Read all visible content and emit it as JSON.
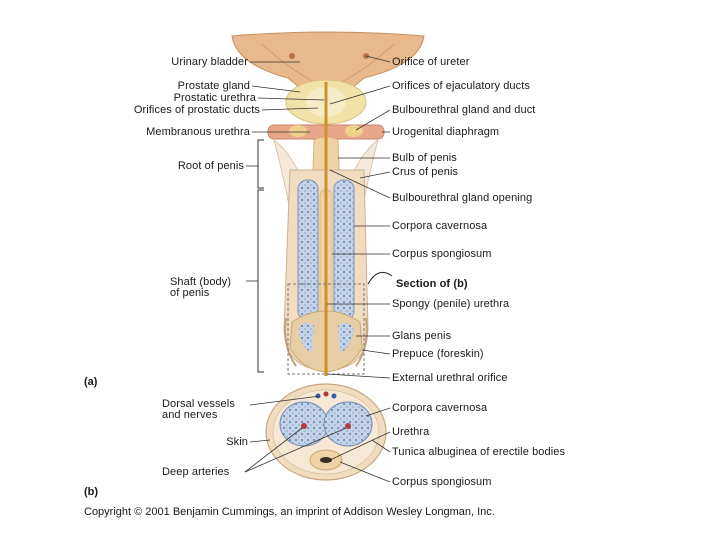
{
  "labels_left": {
    "urinary_bladder": "Urinary bladder",
    "prostate_gland": "Prostate gland",
    "prostatic_urethra": "Prostatic urethra",
    "orifices_prostatic_ducts": "Orifices of prostatic ducts",
    "membranous_urethra": "Membranous urethra",
    "root_of_penis": "Root of penis",
    "shaft_line1": "Shaft (body)",
    "shaft_line2": "of penis",
    "dorsal_line1": "Dorsal vessels",
    "dorsal_line2": "and nerves",
    "skin": "Skin",
    "deep_arteries": "Deep arteries"
  },
  "labels_right": {
    "orifice_ureter": "Orifice of ureter",
    "orifices_ejaculatory": "Orifices of ejaculatory ducts",
    "bulbourethral_gland_duct": "Bulbourethral gland and duct",
    "urogenital_diaphragm": "Urogenital diaphragm",
    "bulb_of_penis": "Bulb of penis",
    "crus_of_penis": "Crus of penis",
    "bulbourethral_opening": "Bulbourethral gland opening",
    "corpora_cavernosa": "Corpora cavernosa",
    "corpus_spongiosum": "Corpus spongiosum",
    "section_of_b": "Section of (b)",
    "spongy_urethra": "Spongy (penile) urethra",
    "glans_penis": "Glans penis",
    "prepuce": "Prepuce (foreskin)",
    "external_orifice": "External urethral orifice",
    "corpora_cavernosa_b": "Corpora cavernosa",
    "urethra_b": "Urethra",
    "tunica": "Tunica albuginea of erectile bodies",
    "corpus_spongiosum_b": "Corpus spongiosum"
  },
  "panels": {
    "a": "(a)",
    "b": "(b)"
  },
  "copyright": "Copyright © 2001 Benjamin Cummings, an imprint of Addison Wesley Longman, Inc.",
  "colors": {
    "bladder": "#e8b98c",
    "prostate": "#f3e2a8",
    "tissue": "#f1dcc0",
    "cavernosa": "#b9c9df",
    "spongiosum": "#efd3a6",
    "urethra_line": "#c9922f",
    "diaphragm": "#e9a78a"
  }
}
